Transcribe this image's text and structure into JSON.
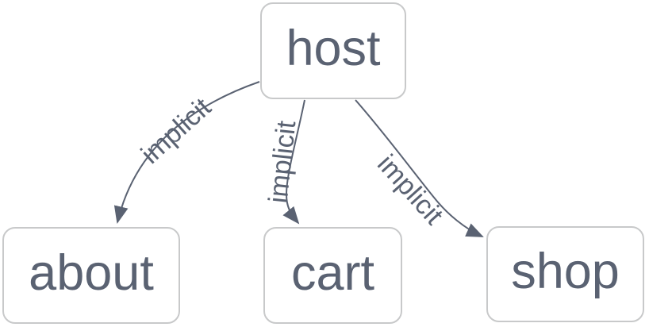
{
  "diagram": {
    "type": "directed-graph",
    "nodes": [
      {
        "id": "host",
        "label": "host"
      },
      {
        "id": "about",
        "label": "about"
      },
      {
        "id": "cart",
        "label": "cart"
      },
      {
        "id": "shop",
        "label": "shop"
      }
    ],
    "edges": [
      {
        "from": "host",
        "to": "about",
        "label": "implicit"
      },
      {
        "from": "host",
        "to": "cart",
        "label": "implicit"
      },
      {
        "from": "host",
        "to": "shop",
        "label": "implicit"
      }
    ],
    "colors": {
      "background": "#ffffff",
      "node_fill": "#ffffff",
      "node_border": "#c8c9ca",
      "node_text": "#5a6272",
      "edge_stroke": "#5a6272",
      "edge_label_text": "#5a6272"
    }
  }
}
